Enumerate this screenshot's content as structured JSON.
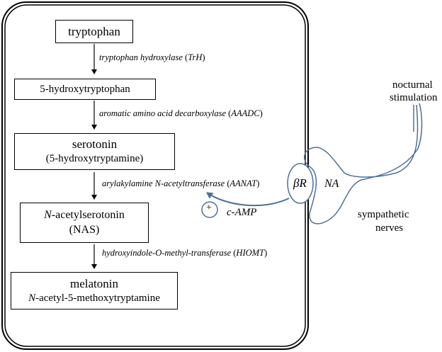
{
  "pathway": {
    "tryptophan": "tryptophan",
    "hydroxytryptophan": "5-hydroxytryptophan",
    "serotonin": "serotonin",
    "serotonin_alt": "(5-hydroxytryptamine)",
    "nas_prefix": "N",
    "nas_rest": "-acetylserotonin",
    "nas_abbr": "(NAS)",
    "melatonin": "melatonin",
    "melatonin_prefix": "N",
    "melatonin_rest": "-acetyl-5-methoxytryptamine"
  },
  "enzymes": {
    "trh": {
      "name": "tryptophan hydroxylase",
      "abbr": "TrH"
    },
    "aaadc": {
      "name": "aromatic amino acid decarboxylase",
      "abbr": "AAADC"
    },
    "aanat": {
      "name": "arylakylamine N-acetyltransferase",
      "abbr": "AANAT"
    },
    "hiomt": {
      "name": "hydroxyindole-O-methyl-transferase",
      "abbr": "HIOMT"
    }
  },
  "receptor": {
    "label_greek": "β",
    "label_r": "R",
    "transmitter": "NA",
    "camp": "c-AMP",
    "plus": "+"
  },
  "external": {
    "stimulus_line1": "nocturnal",
    "stimulus_line2": "stimulation",
    "nerves_line1": "sympathetic",
    "nerves_line2": "nerves"
  }
}
